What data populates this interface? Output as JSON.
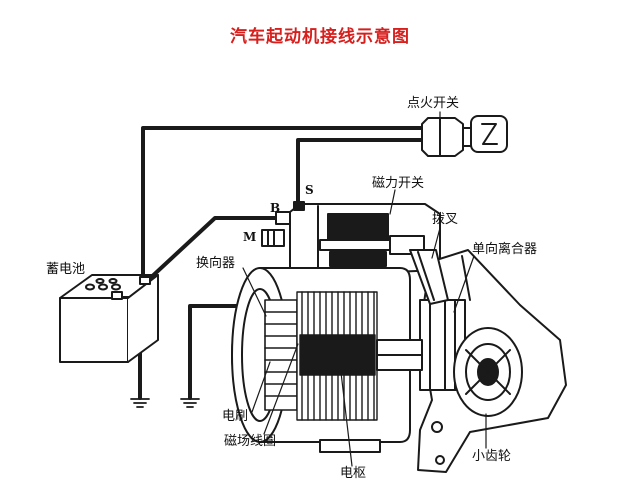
{
  "title": "汽车起动机接线示意图",
  "colors": {
    "title": "#d6201e",
    "line": "#1a1a1a",
    "fill": "#ffffff"
  },
  "labels": {
    "ignition_switch": "点火开关",
    "solenoid_switch": "磁力开关",
    "shift_fork": "拨叉",
    "one_way_clutch": "单向离合器",
    "battery": "蓄电池",
    "commutator": "换向器",
    "brush": "电刷",
    "field_coil": "磁场线圈",
    "armature": "电枢",
    "pinion": "小齿轮"
  },
  "terminals": {
    "s": "S",
    "b": "B",
    "m": "M"
  }
}
